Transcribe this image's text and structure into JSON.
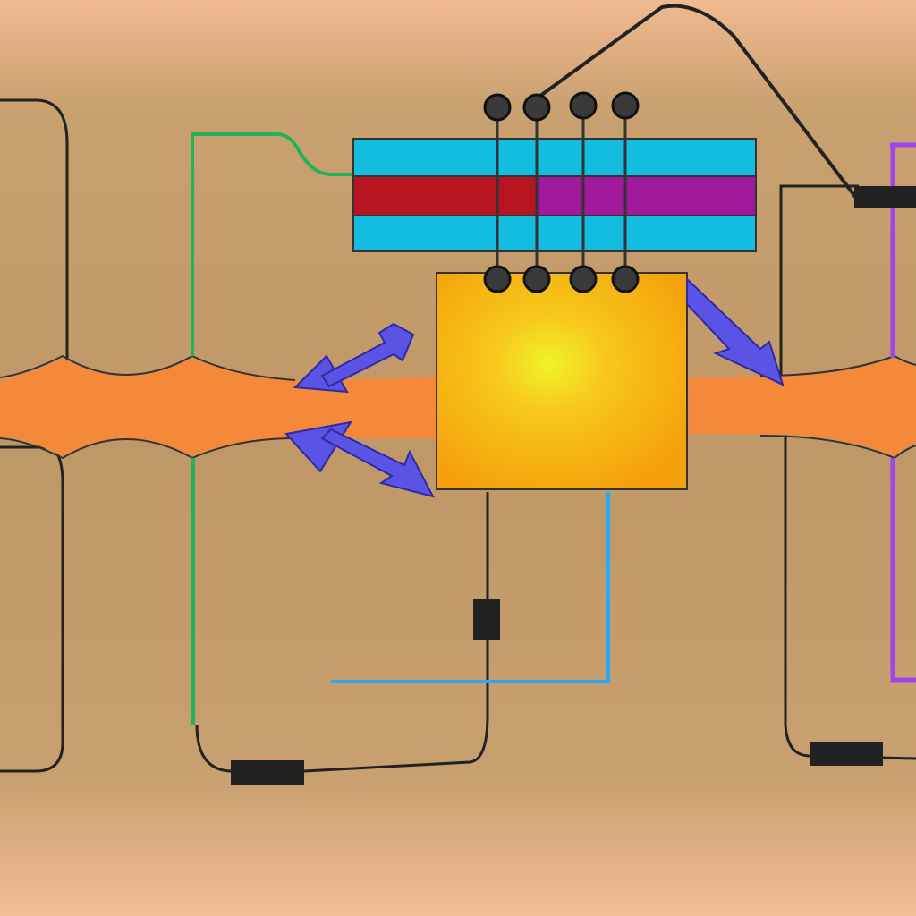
{
  "colors": {
    "background_center": "#c19a6b",
    "background_edge": "#f0b990",
    "wire_dark": "#222222",
    "wire_green": "#22b35a",
    "wire_blue": "#2aa8f0",
    "wire_purple": "#a044f0",
    "flow_band": "#f5893a",
    "core_outer": "#f5a50c",
    "core_inner": "#f2f22a",
    "strip_cyan": "#12bde0",
    "strip_red": "#b51420",
    "strip_magenta": "#a0189c",
    "arrow_fill": "#5b52e6",
    "arrow_outline": "#2f2aa0",
    "terminal": "#3a3a3a",
    "resistor": "#222222"
  },
  "diagram": {
    "components": [
      {
        "id": "core-block",
        "kind": "square-heat-source"
      },
      {
        "id": "strip-panel",
        "kind": "layered-strip",
        "layers": [
          "cyan",
          "red-magenta",
          "cyan"
        ]
      },
      {
        "id": "flow-band",
        "kind": "wavy-channel"
      },
      {
        "id": "top-terminals",
        "kind": "terminal",
        "count": 4
      },
      {
        "id": "bottom-terminals",
        "kind": "terminal",
        "count": 4
      },
      {
        "id": "arrows",
        "kind": "double-arrow",
        "count": 3
      },
      {
        "id": "resistors",
        "kind": "resistor",
        "count": 4
      }
    ]
  }
}
